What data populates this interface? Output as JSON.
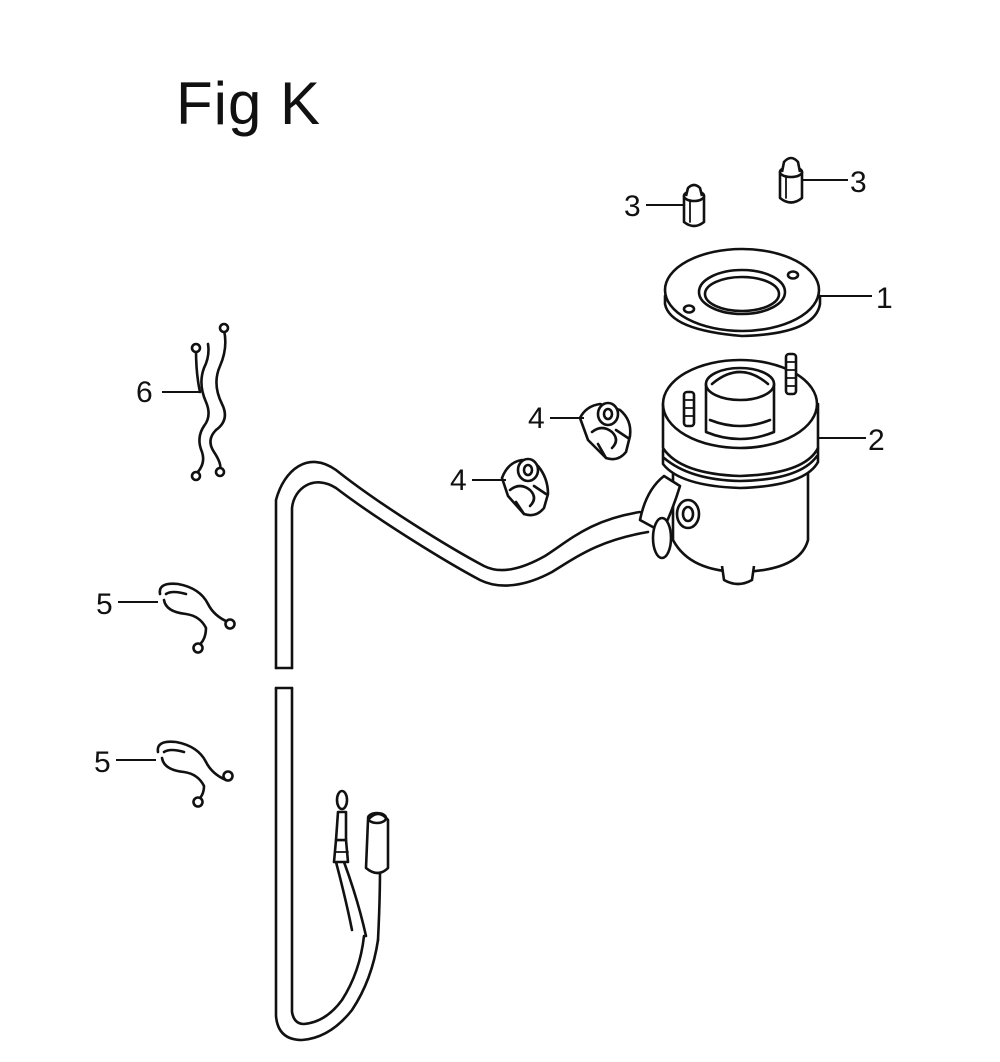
{
  "figure": {
    "title": "Fig K"
  },
  "callouts": [
    {
      "part": "1",
      "text": "1"
    },
    {
      "part": "2",
      "text": "2"
    },
    {
      "part": "3-left",
      "text": "3"
    },
    {
      "part": "3-right",
      "text": "3"
    },
    {
      "part": "4-upper",
      "text": "4"
    },
    {
      "part": "4-lower",
      "text": "4"
    },
    {
      "part": "5-upper",
      "text": "5"
    },
    {
      "part": "5-lower",
      "text": "5"
    },
    {
      "part": "6",
      "text": "6"
    }
  ],
  "colors": {
    "ink": "#111111",
    "background": "#ffffff"
  }
}
